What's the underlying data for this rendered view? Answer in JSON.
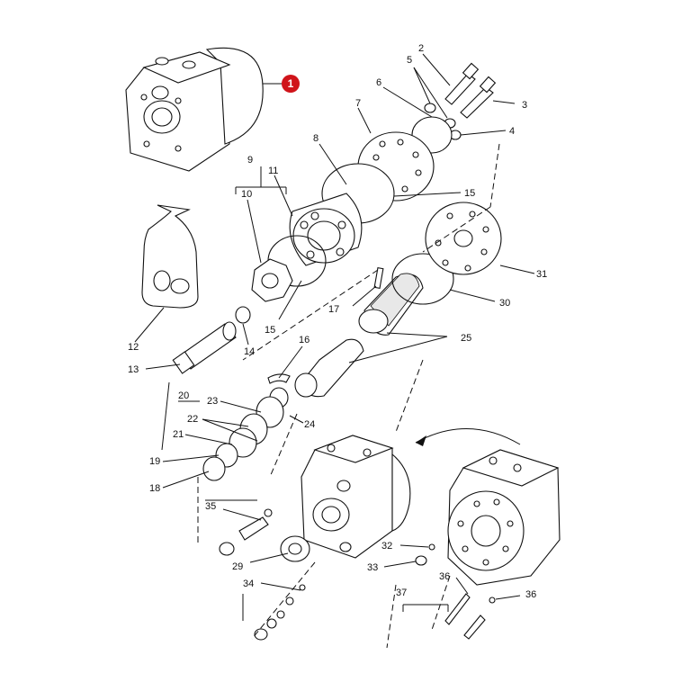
{
  "diagram": {
    "highlight_color": "#d0141a",
    "highlight_label": "1",
    "labels": {
      "l2": "2",
      "l3": "3",
      "l4": "4",
      "l5": "5",
      "l6": "6",
      "l7": "7",
      "l8": "8",
      "l9": "9",
      "l10": "10",
      "l11": "11",
      "l12": "12",
      "l13": "13",
      "l14": "14",
      "l15a": "15",
      "l15b": "15",
      "l16": "16",
      "l17": "17",
      "l18": "18",
      "l19": "19",
      "l20": "20",
      "l21": "21",
      "l22": "22",
      "l23": "23",
      "l24": "24",
      "l25": "25",
      "l29": "29",
      "l30": "30",
      "l31": "31",
      "l32": "32",
      "l33": "33",
      "l34": "34",
      "l35": "35",
      "l36a": "36",
      "l36b": "36",
      "l37": "37"
    }
  }
}
